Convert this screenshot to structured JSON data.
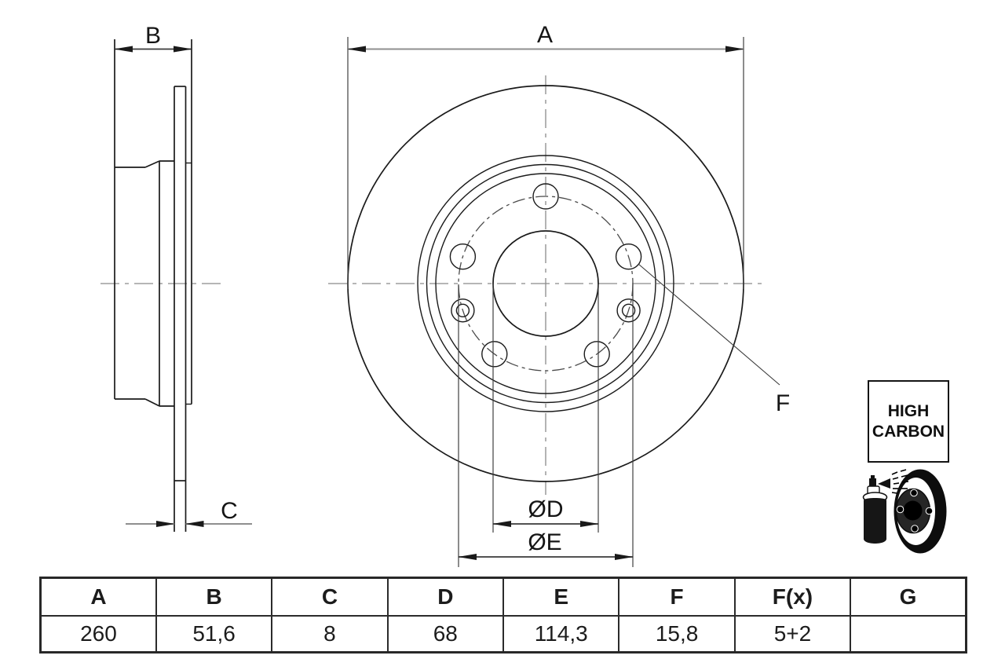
{
  "page": {
    "background": "#ffffff"
  },
  "drawing": {
    "labels": {
      "outer_diameter": "A",
      "total_height": "B",
      "thickness": "C",
      "center_bore": "ØD",
      "bolt_circle": "ØE",
      "hole_diameter": "F"
    }
  },
  "badge": {
    "line1": "HIGH",
    "line2": "CARBON"
  },
  "spec_table": {
    "headers": [
      "A",
      "B",
      "C",
      "D",
      "E",
      "F",
      "F(x)",
      "G"
    ],
    "values": [
      "260",
      "51,6",
      "8",
      "68",
      "114,3",
      "15,8",
      "5+2",
      ""
    ]
  },
  "colors": {
    "object_line": "#1a1a1a",
    "dimension_line": "#3a3a3a",
    "dimension_line_light": "#8f8f8f",
    "centerline": "#8a8a8a",
    "text": "#151515"
  }
}
